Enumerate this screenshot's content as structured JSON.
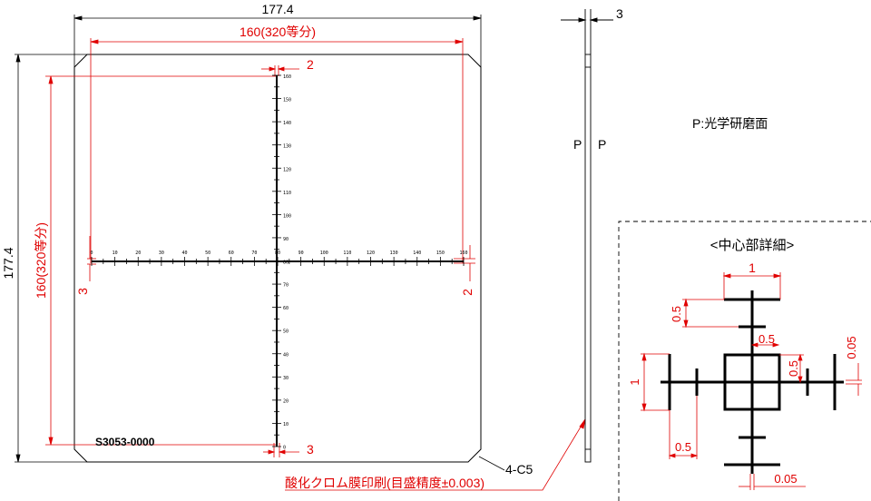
{
  "drawing": {
    "plate_width": "177.4",
    "plate_height": "177.4",
    "scale_span_h": "160(320等分)",
    "scale_span_v": "160(320等分)",
    "line_width_top": "2",
    "line_width_bottom": "3",
    "edge_offset_left": "3",
    "edge_offset_right": "2",
    "part_number": "S3053-0000",
    "chamfer": "4-C5",
    "print_note": "酸化クロム膜印刷(目盛精度±0.003)",
    "thickness": "3",
    "polished_left": "P",
    "polished_right": "P",
    "legend": "P:光学研磨面",
    "ticks_h": [
      "0",
      "10",
      "20",
      "30",
      "40",
      "50",
      "60",
      "70",
      "80",
      "90",
      "100",
      "110",
      "120",
      "130",
      "140",
      "150",
      "160"
    ],
    "ticks_v_top": [
      "160",
      "150",
      "140",
      "130",
      "120",
      "110",
      "100",
      "90",
      "80"
    ],
    "ticks_v_bottom": [
      "70",
      "60",
      "50",
      "40",
      "30",
      "20",
      "10",
      "0"
    ]
  },
  "detail": {
    "title": "<中心部詳細>",
    "dim_top": "1",
    "dim_left_top": "0.5",
    "dim_center_h": "0.5",
    "dim_center_v": "0.5",
    "dim_right": "0.05",
    "dim_left": "1",
    "dim_bottom_left": "0.5",
    "dim_bottom": "0.05"
  }
}
